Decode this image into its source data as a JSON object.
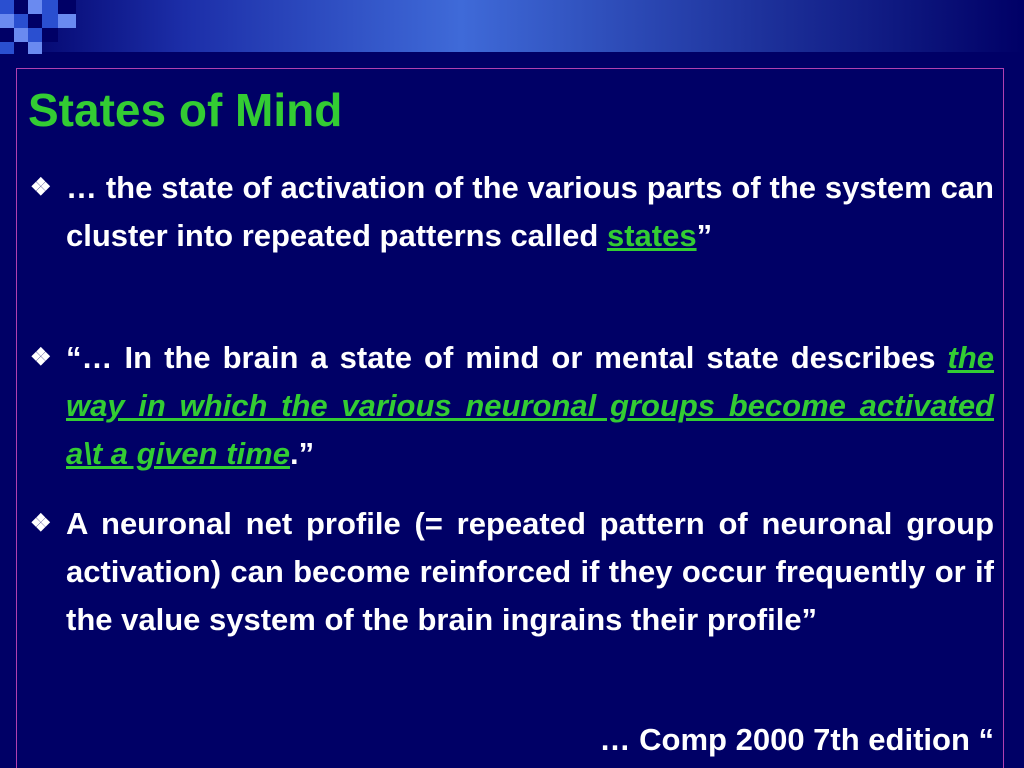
{
  "slide": {
    "title": "States of Mind",
    "bullets": [
      {
        "lead": "… the state of activation of the various parts of the system can cluster into repeated patterns called ",
        "highlight": "states",
        "tail": "”"
      },
      {
        "lead": "“… In the brain a state of mind or mental state describes ",
        "highlight": "the way in which the various neuronal groups  become activated a\\t a given time",
        "tail": ".”"
      },
      {
        "lead": "A neuronal net profile (= repeated pattern of neuronal  group activation) can become reinforced if they occur frequently or if the value system of the brain ingrains their profile”"
      }
    ],
    "credit": "… Comp 2000 7th edition “",
    "bullet_icon": "diamond-bullet-icon"
  },
  "colors": {
    "background": "#000066",
    "title": "#33cc33",
    "text": "#ffffff",
    "highlight": "#33cc33",
    "frame": "#b040b0"
  }
}
